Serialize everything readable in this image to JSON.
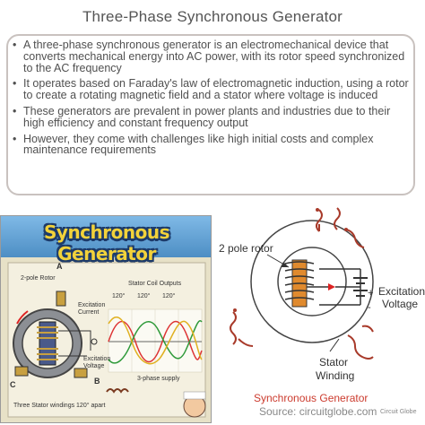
{
  "page": {
    "title": "Three-Phase Synchronous Generator"
  },
  "bullets": [
    "A three-phase synchronous generator is an electromechanical device that converts mechanical energy into AC power, with its rotor speed synchronized to the AC frequency",
    "It operates based on Faraday's law of electromagnetic induction, using a rotor to create a rotating magnetic field and a stator where voltage is induced",
    "These generators are prevalent in power plants and industries due to their high efficiency and constant frequency output",
    "However, they come with challenges like high initial costs and complex maintenance requirements"
  ],
  "left_illustration": {
    "title": "Synchronous Generator",
    "labels": {
      "pole_rotor": "2-pole Rotor",
      "excitation_current": "Excitation Current",
      "excitation_voltage": "Excitation Voltage",
      "stator_outputs": "Stator Coil Outputs",
      "angle1": "120°",
      "angle2": "120°",
      "angle3": "120°",
      "supply": "3-phase supply",
      "windings": "Three Stator windings 120° apart",
      "a": "A",
      "b": "B",
      "c": "C"
    }
  },
  "right_diagram": {
    "rotor_label": "2 pole rotor",
    "excitation_label_1": "Excitation",
    "excitation_label_2": "Voltage",
    "stator_label_1": "Stator",
    "stator_label_2": "Winding",
    "plus": "+",
    "minus": "-",
    "caption": "Synchronous Generator"
  },
  "footer": {
    "source": "Source: circuitglobe.com",
    "watermark": "Circuit Globe"
  },
  "colors": {
    "title_text": "#555555",
    "body_text": "#505050",
    "card_border": "#c9c2bf",
    "caption": "#cc3b2e",
    "coil": "#e08a2e",
    "winding": "#a83a2a"
  }
}
